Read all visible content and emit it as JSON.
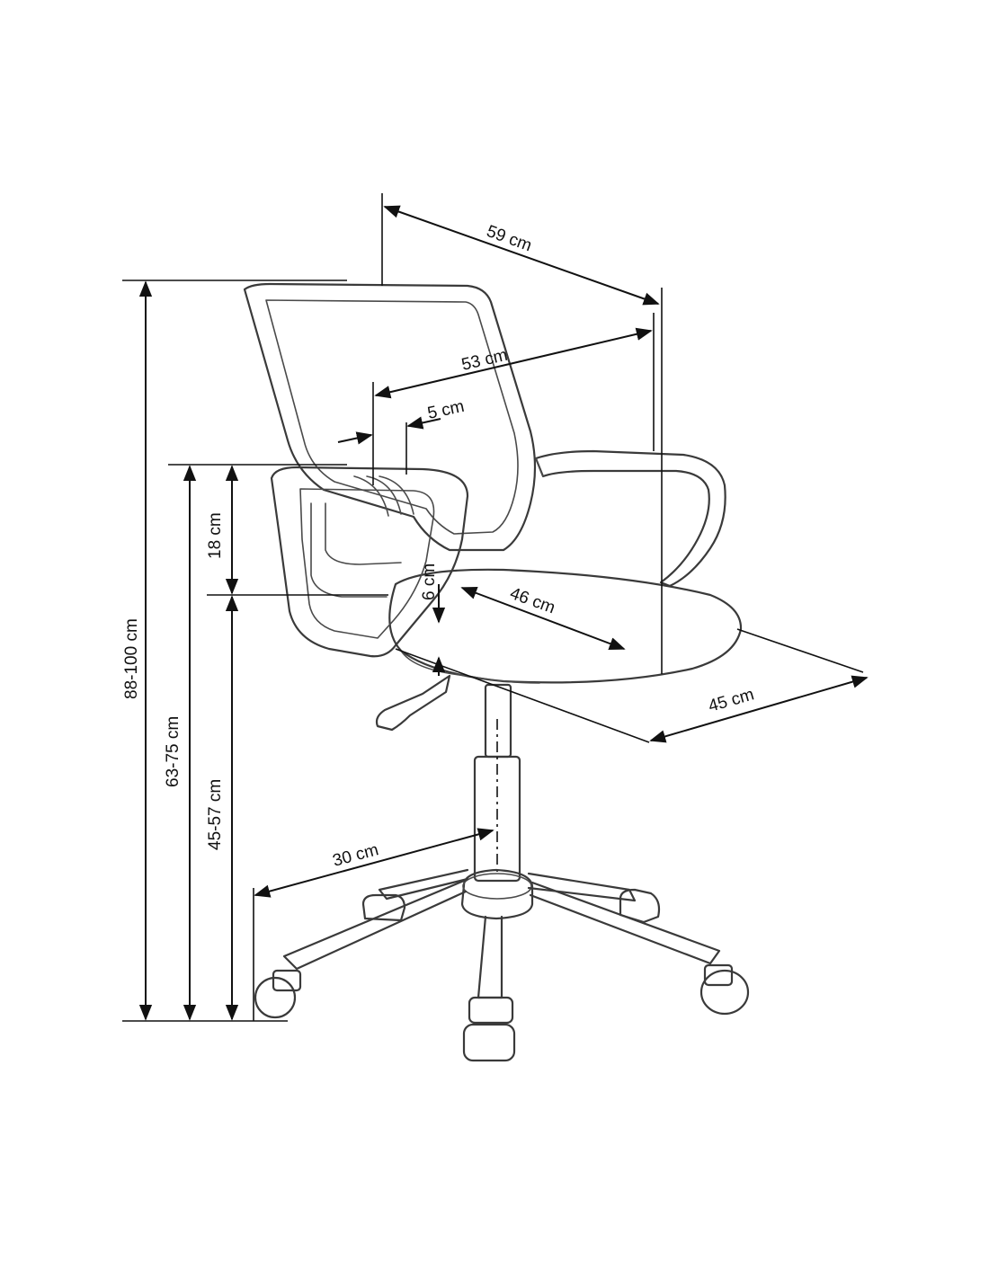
{
  "dimensions": {
    "depth_overall": "59 cm",
    "depth_seat_back": "53 cm",
    "back_offset": "5 cm",
    "armrest_height": "18 cm",
    "seat_thickness": "6 cm",
    "seat_depth": "46 cm",
    "seat_width": "45 cm",
    "base_radius": "30 cm",
    "total_height": "88-100 cm",
    "armrest_floor_height": "63-75 cm",
    "seat_height": "45-57 cm"
  },
  "colors": {
    "outline": "#3a3a3a",
    "dimension": "#111111",
    "background": "#ffffff"
  }
}
